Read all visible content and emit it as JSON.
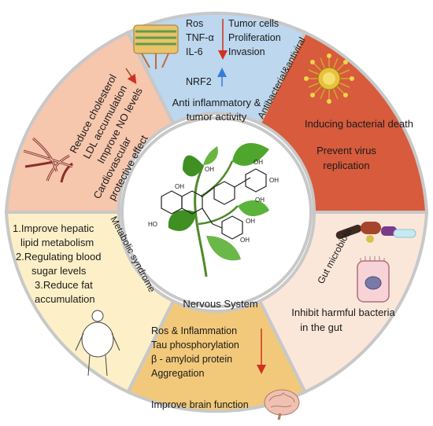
{
  "sectors": {
    "top": {
      "left_list": [
        "Ros",
        "TNF-α",
        "IL-6"
      ],
      "right_list": [
        "Tumor cells",
        "Proliferation",
        "Invasion"
      ],
      "nrf2": "NRF2",
      "effect_lines": [
        "Anti inflammatory &",
        "tumor activity"
      ],
      "color": "#bcd7ee"
    },
    "upper_right": {
      "rim_label": "Antibacterial&antiviral",
      "line1": "Inducing bacterial death",
      "line2": [
        "Prevent virus",
        "replication"
      ],
      "color": "#d75b3c"
    },
    "lower_right": {
      "rim_label": "Gut microbiota",
      "effect_lines": [
        "Inhibit harmful bacteria",
        "in the gut"
      ],
      "color": "#fbe7da"
    },
    "bottom": {
      "title": "Nervous System",
      "list": [
        "Ros & Inflammation",
        "Tau phosphorylation",
        "β - amyloid protein",
        "Aggregation"
      ],
      "effect": "Improve brain function",
      "color": "#f2c97a"
    },
    "lower_left": {
      "rim_label": "Metabolic syndrome",
      "list": [
        "1.Improve hepatic",
        "lipid metabolism",
        "2.Regulating blood",
        "sugar levels",
        "3.Reduce fat",
        "accumulation"
      ],
      "color": "#fdf0c8"
    },
    "upper_left": {
      "list": [
        "Reduce cholesterol",
        "LDL accumulation",
        "Improve NO levels"
      ],
      "effect_lines": [
        "Cardiovascular",
        "protective effect"
      ],
      "color": "#f6c6ad"
    }
  },
  "center": {
    "molecule_labels": [
      "OH",
      "HO",
      "OH",
      "OH",
      "OH",
      "OH",
      "OH",
      "OH"
    ]
  },
  "colors": {
    "arrow_red": "#d0311f",
    "arrow_blue": "#3a7bd5",
    "border": "#c8c8c8"
  }
}
